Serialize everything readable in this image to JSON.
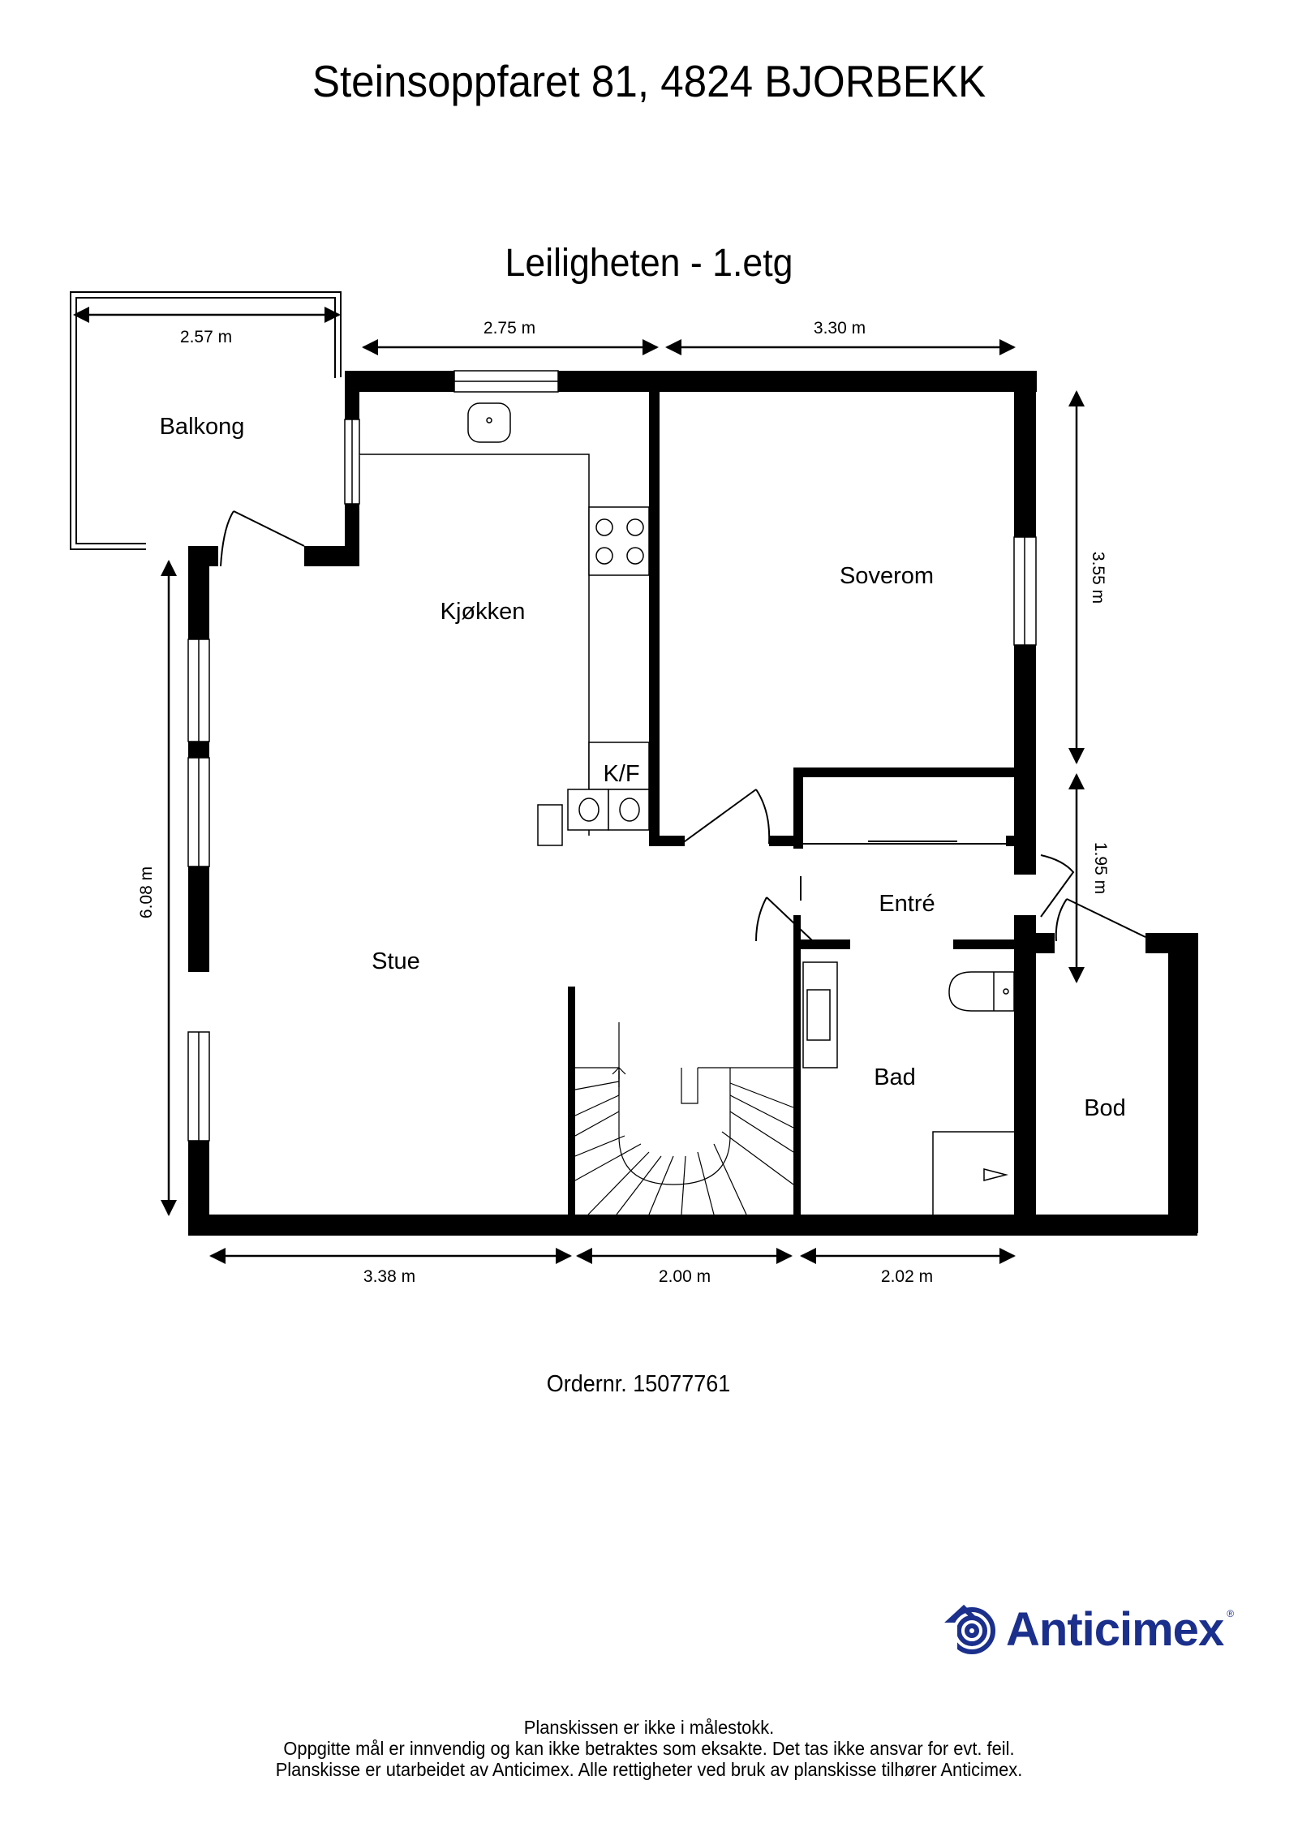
{
  "header": {
    "address": "Steinsoppfaret 81, 4824 BJORBEKK",
    "floor_title": "Leiligheten  - 1.etg"
  },
  "rooms": {
    "balkong": "Balkong",
    "kjokken": "Kjøkken",
    "soverom": "Soverom",
    "stue": "Stue",
    "entre": "Entré",
    "bad": "Bad",
    "bod": "Bod",
    "kf": "K/F"
  },
  "dimensions": {
    "balkong_width": "2.57 m",
    "kitchen_width": "2.75 m",
    "soverom_width": "3.30 m",
    "soverom_height": "3.55 m",
    "entre_height": "1.95 m",
    "left_height": "6.08 m",
    "bottom_stue": "3.38 m",
    "bottom_stair": "2.00 m",
    "bottom_bad": "2.02 m"
  },
  "footer": {
    "order_number": "Ordernr. 15077761",
    "disclaimer": [
      "Planskissen er ikke i målestokk.",
      "Oppgitte mål er innvendig og kan ikke betraktes som eksakte. Det tas ikke ansvar for evt. feil.",
      "Planskisse er utarbeidet av Anticimex. Alle rettigheter ved bruk av planskisse tilhører Anticimex."
    ]
  },
  "logo": {
    "name": "Anticimex",
    "registered": "®",
    "color": "#1b2f8c"
  },
  "colors": {
    "wall": "#000000",
    "background": "#ffffff"
  }
}
